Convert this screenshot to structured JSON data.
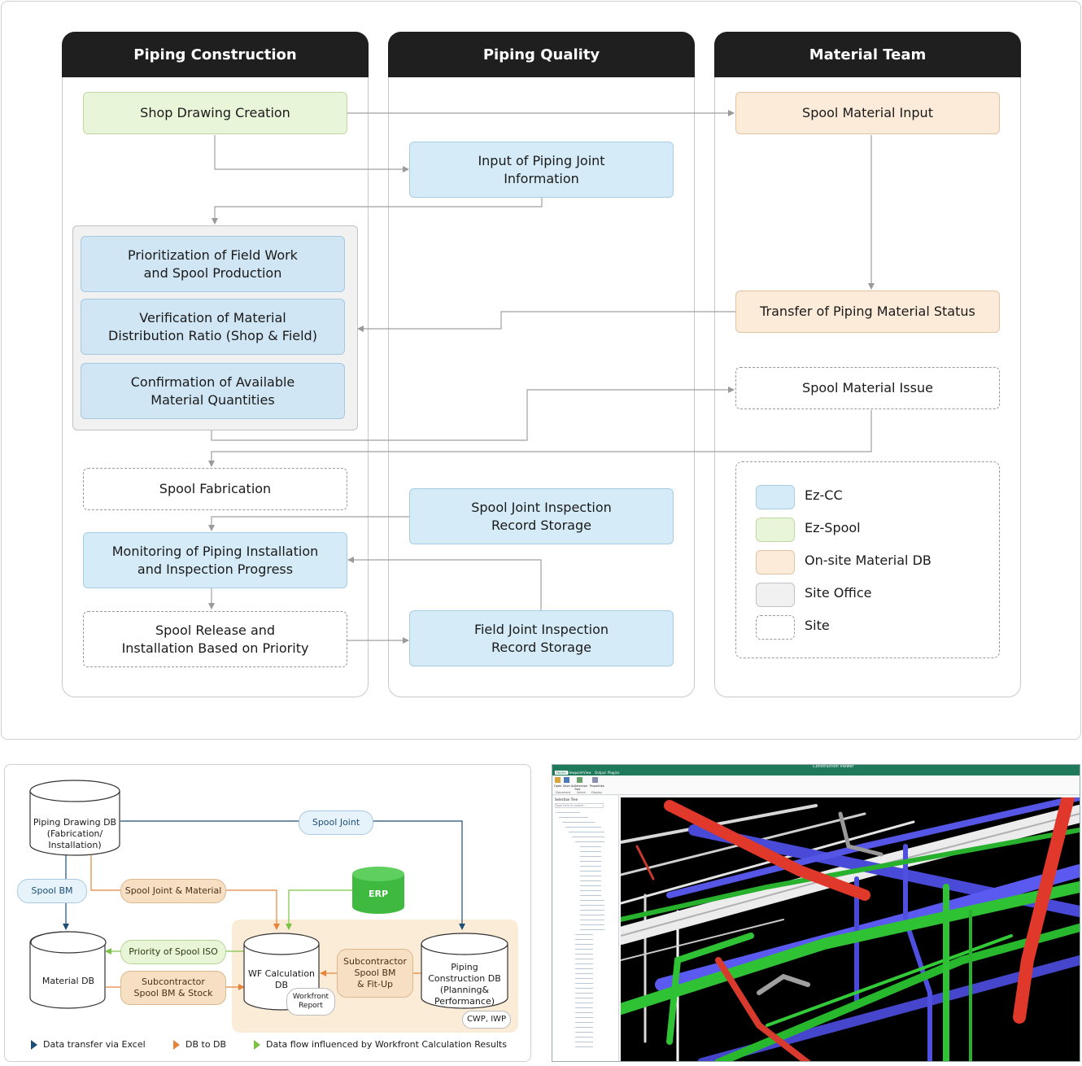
{
  "flowchart": {
    "lanes": [
      {
        "title": "Piping Construction"
      },
      {
        "title": "Piping Quality"
      },
      {
        "title": "Material Team"
      }
    ],
    "boxes": {
      "shop_drawing": "Shop Drawing Creation",
      "joint_info": "Input of Piping Joint\nInformation",
      "prioritization": "Prioritization of Field Work\nand Spool Production",
      "verification": "Verification of Material\nDistribution Ratio (Shop & Field)",
      "confirmation": "Confirmation of Available\nMaterial Quantities",
      "spool_fab": "Spool Fabrication",
      "monitoring": "Monitoring of Piping Installation\nand Inspection Progress",
      "release": "Spool Release and\nInstallation Based on Priority",
      "spool_joint_insp": "Spool Joint Inspection\nRecord Storage",
      "field_joint_insp": "Field Joint Inspection\nRecord Storage",
      "spool_mat_input": "Spool Material Input",
      "transfer_status": "Transfer of Piping Material Status",
      "spool_mat_issue": "Spool Material Issue"
    },
    "legend": [
      {
        "label": "Ez-CC",
        "color": "#d5ecf8"
      },
      {
        "label": "Ez-Spool",
        "color": "#e9f5d8"
      },
      {
        "label": "On-site Material DB",
        "color": "#fcebd9"
      },
      {
        "label": "Site Office",
        "color": "#f1f1f1"
      },
      {
        "label": "Site",
        "color": "#ffffff"
      }
    ]
  },
  "dataflow": {
    "dbs": {
      "piping_drawing": "Piping Drawing DB\n(Fabrication/\nInstallation)",
      "material": "Material DB",
      "wf_calc": "WF Calculation\nDB",
      "piping_construction": "Piping\nConstruction DB\n(Planning&\nPerformance)",
      "erp": "ERP"
    },
    "pills": {
      "spool_joint": "Spool Joint",
      "spool_bm": "Spool BM",
      "spool_joint_material": "Spool Joint & Material",
      "priority_iso": "Priority of Spool ISO",
      "sub_bm_stock": "Subcontractor\nSpool BM & Stock",
      "sub_bm_fitup": "Subcontractor\nSpool BM\n& Fit-Up",
      "workfront_report": "Workfront\nReport",
      "cwp_iwp": "CWP, IWP"
    },
    "legend": [
      {
        "label": "Data transfer via Excel",
        "color": "#1c4e78"
      },
      {
        "label": "DB to DB",
        "color": "#e8843a"
      },
      {
        "label": "Data flow influenced by Workfront Calculation Results",
        "color": "#7cc242"
      }
    ]
  },
  "app": {
    "window_title": "Construction Viewer",
    "menu": [
      "Home",
      "Viewpoint",
      "View",
      "Output",
      "Plugins"
    ],
    "toolbar": [
      "Open",
      "Save As",
      "Selection Tree",
      "Properties"
    ],
    "toolbar_groups": [
      "Document",
      "Select",
      "Display"
    ],
    "tree_title": "Selection Tree",
    "search_placeholder": "Type here to search..."
  }
}
